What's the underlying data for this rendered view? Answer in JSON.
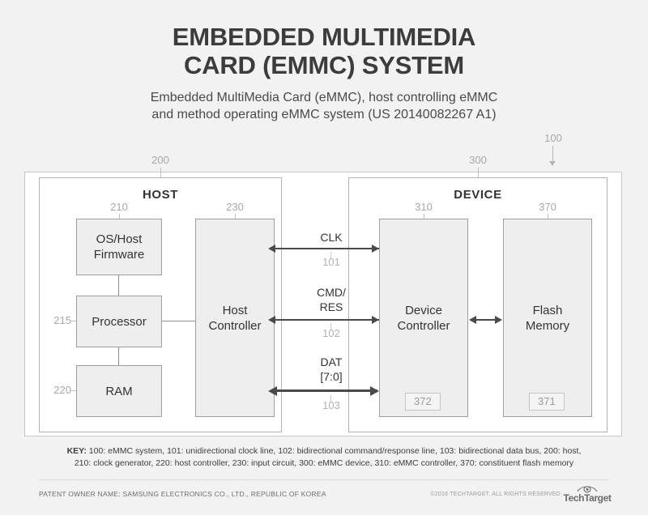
{
  "header": {
    "title_line1": "EMBEDDED MULTIMEDIA",
    "title_line2": "CARD (EMMC) SYSTEM",
    "subtitle_line1": "Embedded MultiMedia Card (eMMC), host controlling eMMC",
    "subtitle_line2": "and method operating eMMC system (US 20140082267 A1)"
  },
  "diagram": {
    "system_ref": "100",
    "host": {
      "title": "HOST",
      "ref": "200",
      "blocks": [
        {
          "label": "OS/Host\nFirmware",
          "label_line1": "OS/Host",
          "label_line2": "Firmware",
          "ref": "210"
        },
        {
          "label": "Processor",
          "ref": "215"
        },
        {
          "label": "RAM",
          "ref": "220"
        },
        {
          "label": "Host\nController",
          "label_line1": "Host",
          "label_line2": "Controller",
          "ref": "230"
        }
      ]
    },
    "device": {
      "title": "DEVICE",
      "ref": "300",
      "blocks": [
        {
          "label": "Device\nController",
          "label_line1": "Device",
          "label_line2": "Controller",
          "ref": "310",
          "badge": "372"
        },
        {
          "label": "Flash\nMemory",
          "label_line1": "Flash",
          "label_line2": "Memory",
          "ref": "370",
          "badge": "371"
        }
      ]
    },
    "signals": [
      {
        "label": "CLK",
        "label_line1": "CLK",
        "label_line2": "",
        "ref": "101"
      },
      {
        "label": "CMD/RES",
        "label_line1": "CMD/",
        "label_line2": "RES",
        "ref": "102"
      },
      {
        "label": "DAT [7:0]",
        "label_line1": "DAT",
        "label_line2": "[7:0]",
        "ref": "103"
      }
    ]
  },
  "key": {
    "word": "KEY:",
    "line1": " 100: eMMC system, 101: unidirectional clock line, 102: bidirectional command/response line, 103: bidirectional data bus, 200: host,",
    "line2": "210: clock generator, 220: host controller, 230: input circuit, 300: eMMC device, 310: eMMC controller, 370: constituent flash memory"
  },
  "footer": {
    "owner": "PATENT OWNER NAME: SAMSUNG ELECTRONICS CO., LTD., REPUBLIC OF KOREA",
    "copyright": "©2016 TECHTARGET. ALL RIGHTS RESERVED",
    "logo_text": "TechTarget"
  },
  "colors": {
    "page_bg": "#f2f2f2",
    "panel_bg": "#ffffff",
    "block_bg": "#eeeeee",
    "block_border": "#9e9e9e",
    "ref_gray": "#a8a8a8",
    "ink": "#333333"
  }
}
